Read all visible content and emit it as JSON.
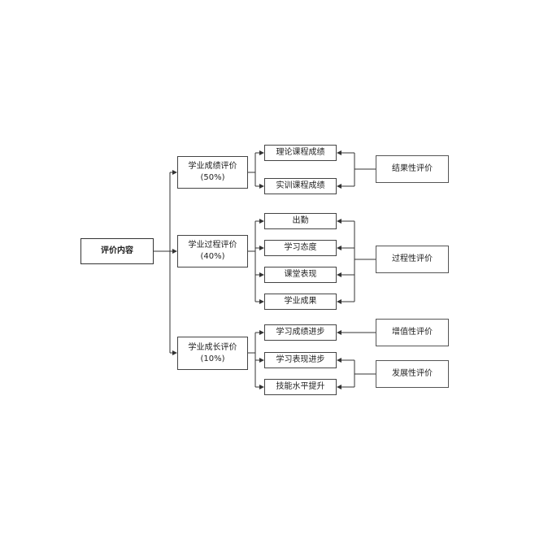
{
  "root": {
    "label": "评价内容"
  },
  "categories": [
    {
      "label": "学业成绩评价",
      "weight": "(50%)"
    },
    {
      "label": "学业过程评价",
      "weight": "(40%)"
    },
    {
      "label": "学业成长评价",
      "weight": "(10%)"
    }
  ],
  "items": [
    "理论课程成绩",
    "实训课程成绩",
    "出勤",
    "学习态度",
    "课堂表现",
    "学业成果",
    "学习成绩进步",
    "学习表现进步",
    "技能水平提升"
  ],
  "evaluations": [
    "结果性评价",
    "过程性评价",
    "增值性评价",
    "发展性评价"
  ]
}
